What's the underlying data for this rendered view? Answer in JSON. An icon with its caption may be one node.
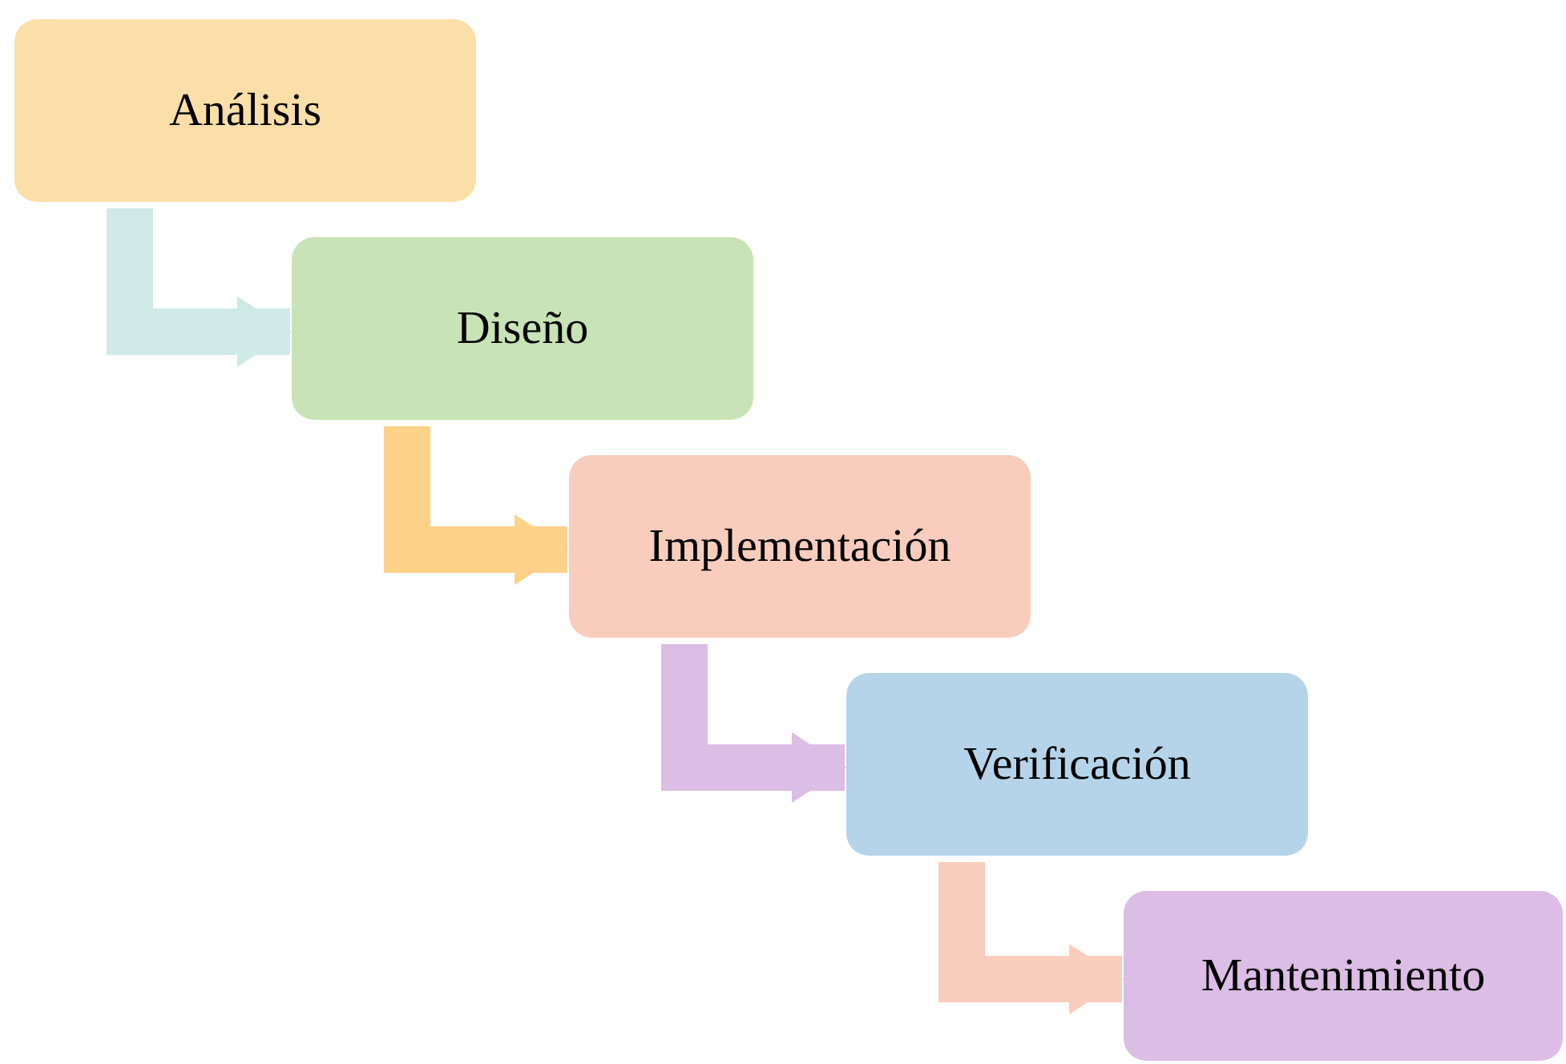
{
  "diagram": {
    "nodes": [
      {
        "text": [
          "Análisis"
        ]
      },
      {
        "text": [
          "Diseño"
        ]
      },
      {
        "text": [
          "Implementación"
        ]
      },
      {
        "text": [
          "Verificación"
        ]
      },
      {
        "text": [
          "Mantenimiento"
        ]
      }
    ],
    "edges": [
      {
        "from": 0,
        "to": 1,
        "arrow": "to",
        "color": "#cfeae6"
      },
      {
        "from": 1,
        "to": 2,
        "arrow": "to",
        "color": "#fdd188"
      },
      {
        "from": 2,
        "to": 3,
        "arrow": "to",
        "color": "#dcbde5"
      },
      {
        "from": 3,
        "to": 4,
        "arrow": "to",
        "color": "#f9cdbd"
      }
    ]
  }
}
